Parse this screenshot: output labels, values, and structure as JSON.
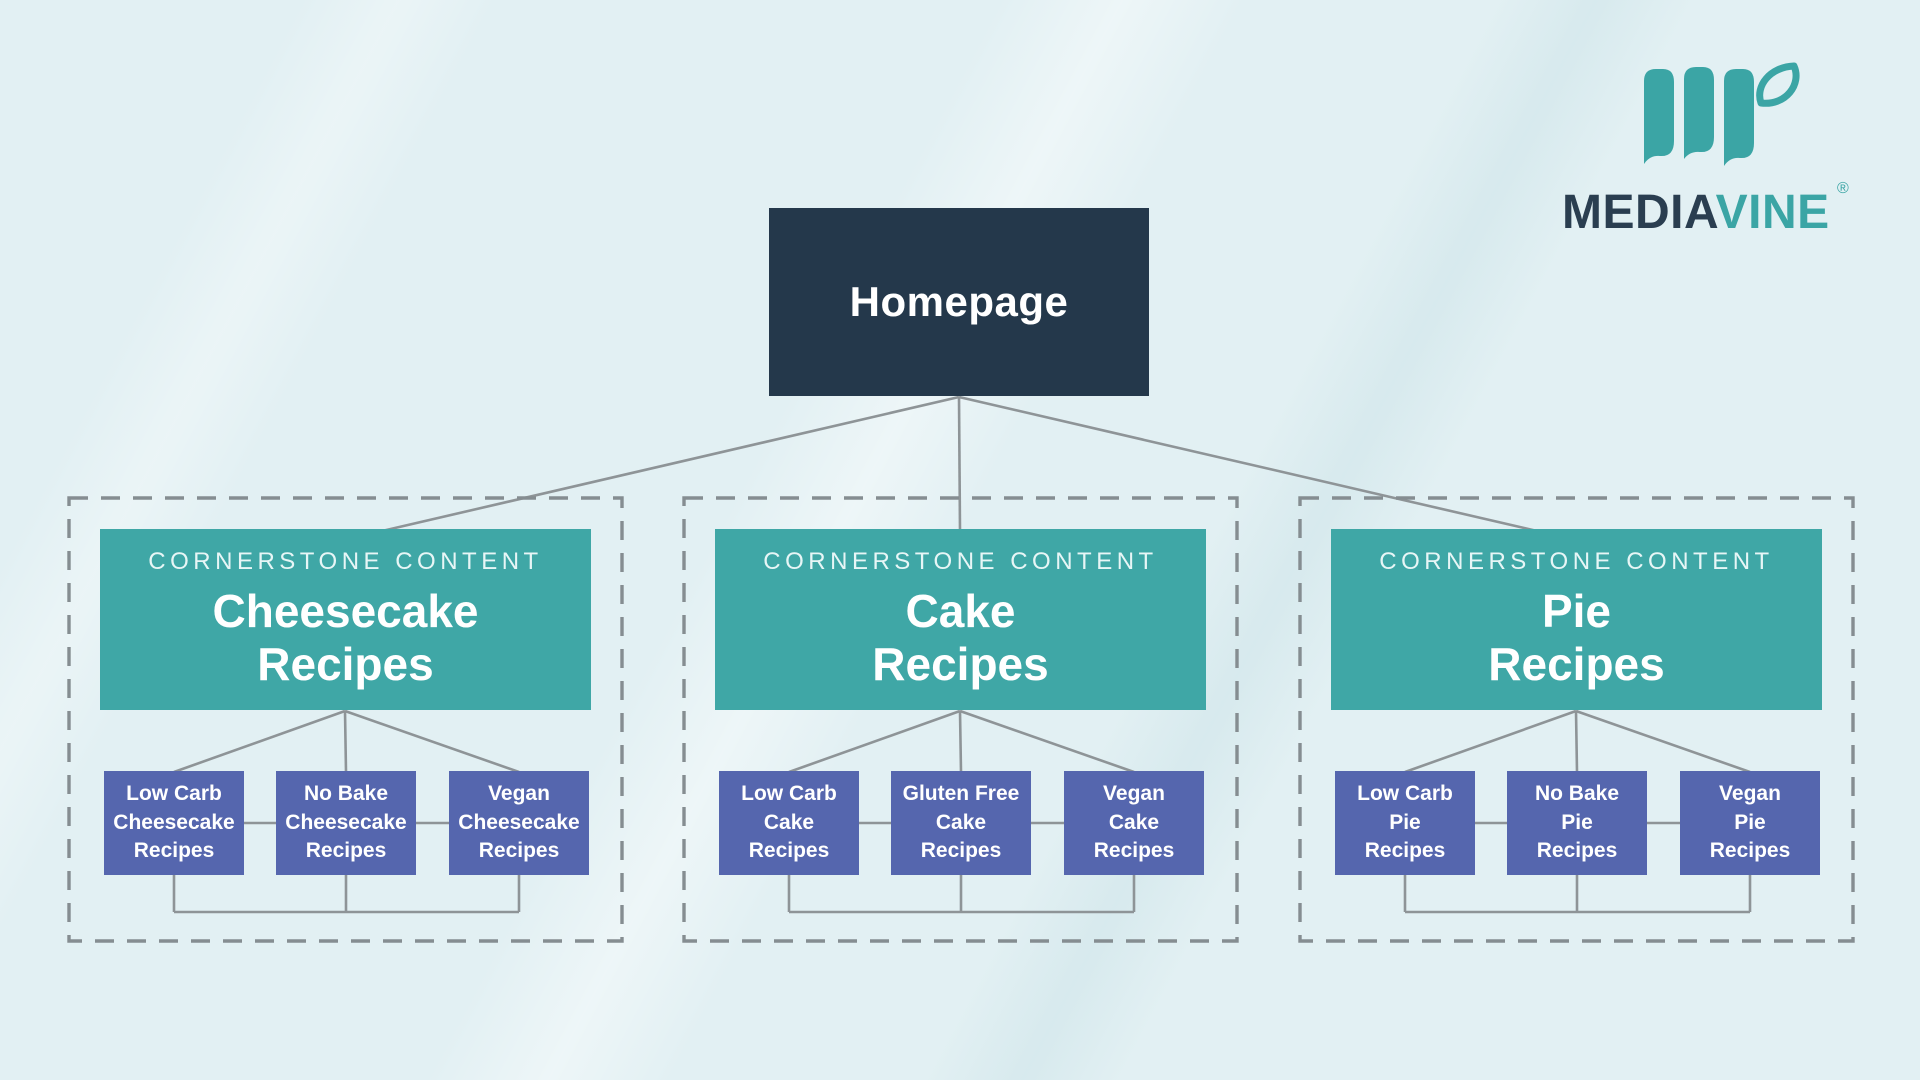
{
  "page": {
    "background_color": "#E2F0F3",
    "connector_color": "#8E9497",
    "dashed_border_color": "#858D91"
  },
  "logo": {
    "wordmark_media": "MEDIA",
    "wordmark_vine": "VINE",
    "registered_mark": "®",
    "teal": "#3BA5A5",
    "navy": "#2A3E50"
  },
  "homepage": {
    "label": "Homepage",
    "background_color": "#24384B"
  },
  "cornerstone_color": "#3FA7A6",
  "child_color": "#5566AE",
  "groups": [
    {
      "eyebrow": "CORNERSTONE CONTENT",
      "title": "Cheesecake\nRecipes",
      "children": [
        {
          "label": "Low Carb\nCheesecake\nRecipes"
        },
        {
          "label": "No Bake\nCheesecake\nRecipes"
        },
        {
          "label": "Vegan\nCheesecake\nRecipes"
        }
      ]
    },
    {
      "eyebrow": "CORNERSTONE CONTENT",
      "title": "Cake\nRecipes",
      "children": [
        {
          "label": "Low Carb\nCake\nRecipes"
        },
        {
          "label": "Gluten Free\nCake\nRecipes"
        },
        {
          "label": "Vegan\nCake\nRecipes"
        }
      ]
    },
    {
      "eyebrow": "CORNERSTONE CONTENT",
      "title": "Pie\nRecipes",
      "children": [
        {
          "label": "Low Carb\nPie\nRecipes"
        },
        {
          "label": "No Bake\nPie\nRecipes"
        },
        {
          "label": "Vegan\nPie\nRecipes"
        }
      ]
    }
  ]
}
